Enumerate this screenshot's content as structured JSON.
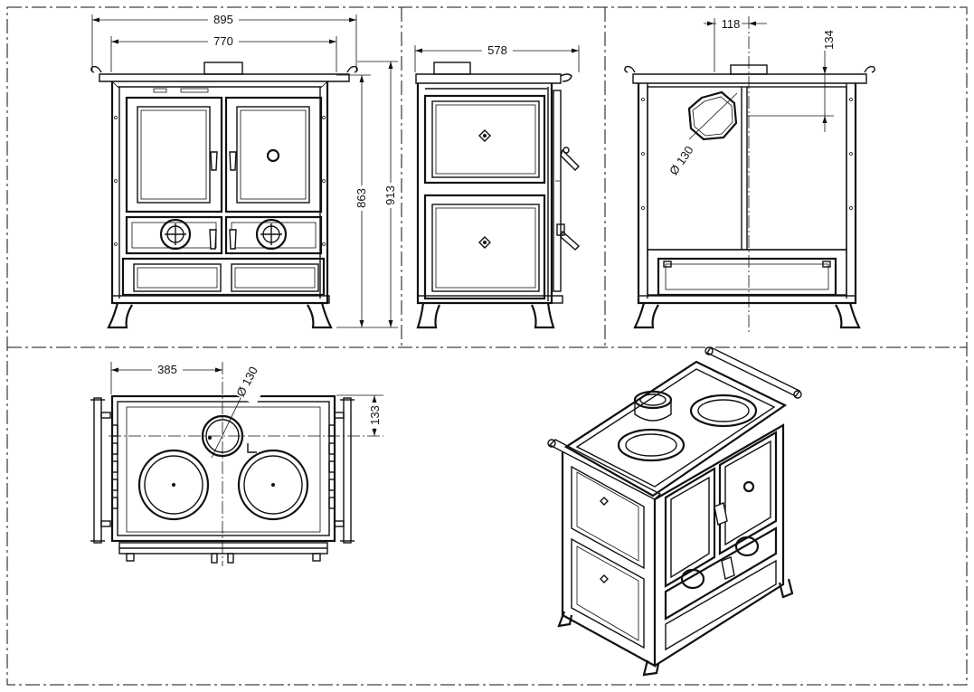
{
  "drawing": {
    "colors": {
      "line": "#111111",
      "background": "#ffffff"
    },
    "views": {
      "front": {
        "name": "front-view"
      },
      "side": {
        "name": "side-view"
      },
      "rear": {
        "name": "rear-view"
      },
      "top": {
        "name": "top-view"
      },
      "iso": {
        "name": "isometric-view"
      }
    },
    "dimensions": {
      "front_total_width": "895",
      "front_body_width": "770",
      "front_height_body": "863",
      "front_height_total": "913",
      "side_depth": "578",
      "rear_flue_offset_x": "118",
      "rear_flue_offset_y": "134",
      "rear_flue_diameter": "Ø 130",
      "top_flue_offset_x": "385",
      "top_flue_diameter": "Ø 130",
      "top_flue_offset_y": "133"
    }
  }
}
